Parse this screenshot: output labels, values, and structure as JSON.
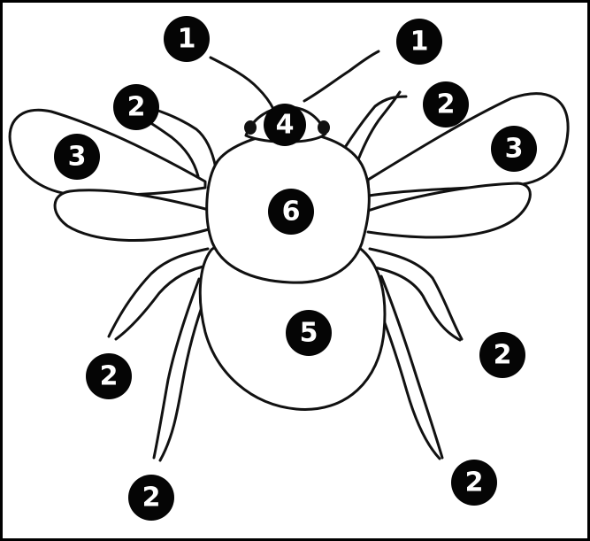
{
  "diagram": {
    "colors": {
      "border": "#000000",
      "line": "#111111",
      "badge": "#050505",
      "badge_text": "#ffffff",
      "background": "#ffffff"
    },
    "labels": [
      {
        "id": "antenna-left",
        "text": "1"
      },
      {
        "id": "antenna-right",
        "text": "1"
      },
      {
        "id": "front-leg-left",
        "text": "2"
      },
      {
        "id": "front-leg-right",
        "text": "2"
      },
      {
        "id": "wing-left",
        "text": "3"
      },
      {
        "id": "wing-right",
        "text": "3"
      },
      {
        "id": "head",
        "text": "4"
      },
      {
        "id": "thorax",
        "text": "6"
      },
      {
        "id": "abdomen",
        "text": "5"
      },
      {
        "id": "middle-leg-left",
        "text": "2"
      },
      {
        "id": "middle-leg-right",
        "text": "2"
      },
      {
        "id": "hind-leg-left",
        "text": "2"
      },
      {
        "id": "hind-leg-right",
        "text": "2"
      }
    ]
  }
}
